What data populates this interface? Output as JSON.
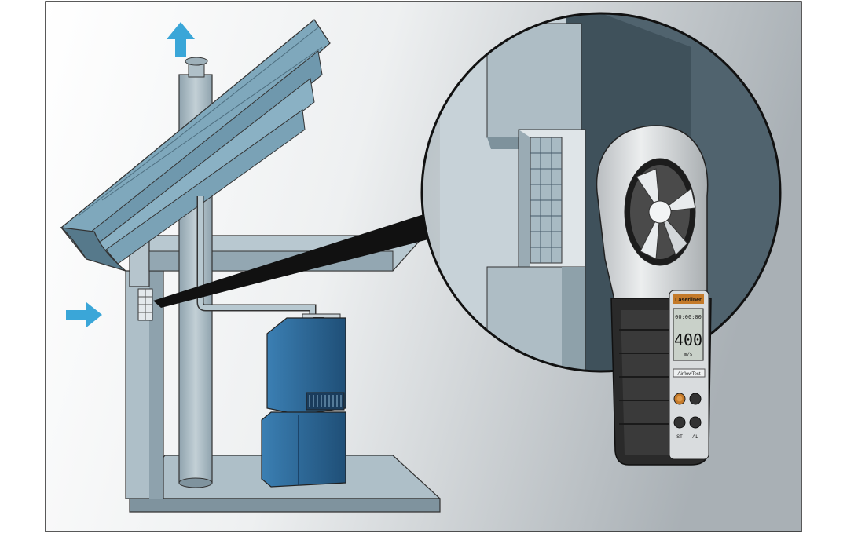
{
  "illustration": {
    "topic": "",
    "colors": {
      "background_light": "#ffffff",
      "background_dark": "#a9b0b5",
      "roof": "#7fa8bc",
      "roof_dark": "#56798b",
      "wall": "#aebfc8",
      "wall_dark": "#7f939e",
      "boiler": "#2d6b9c",
      "boiler_dark": "#1d4a70",
      "airflow_arrow": "#3aa6d8",
      "meter_body": "#d9dcde",
      "meter_grip": "#2a2a2a",
      "meter_accent": "#c47a2a",
      "lens_outline": "#111111"
    },
    "device": {
      "brand_label": "Laserliner",
      "model_label": "AirflowTest",
      "display_line1": "00:00:00",
      "display_line2": "400",
      "display_unit": "m/s",
      "button_labels": [
        "ST",
        "AL"
      ]
    },
    "icons": [
      "airflow-arrow-icon",
      "exhaust-arrow-icon",
      "anemometer-icon",
      "boiler-icon",
      "vent-grille-icon"
    ]
  }
}
